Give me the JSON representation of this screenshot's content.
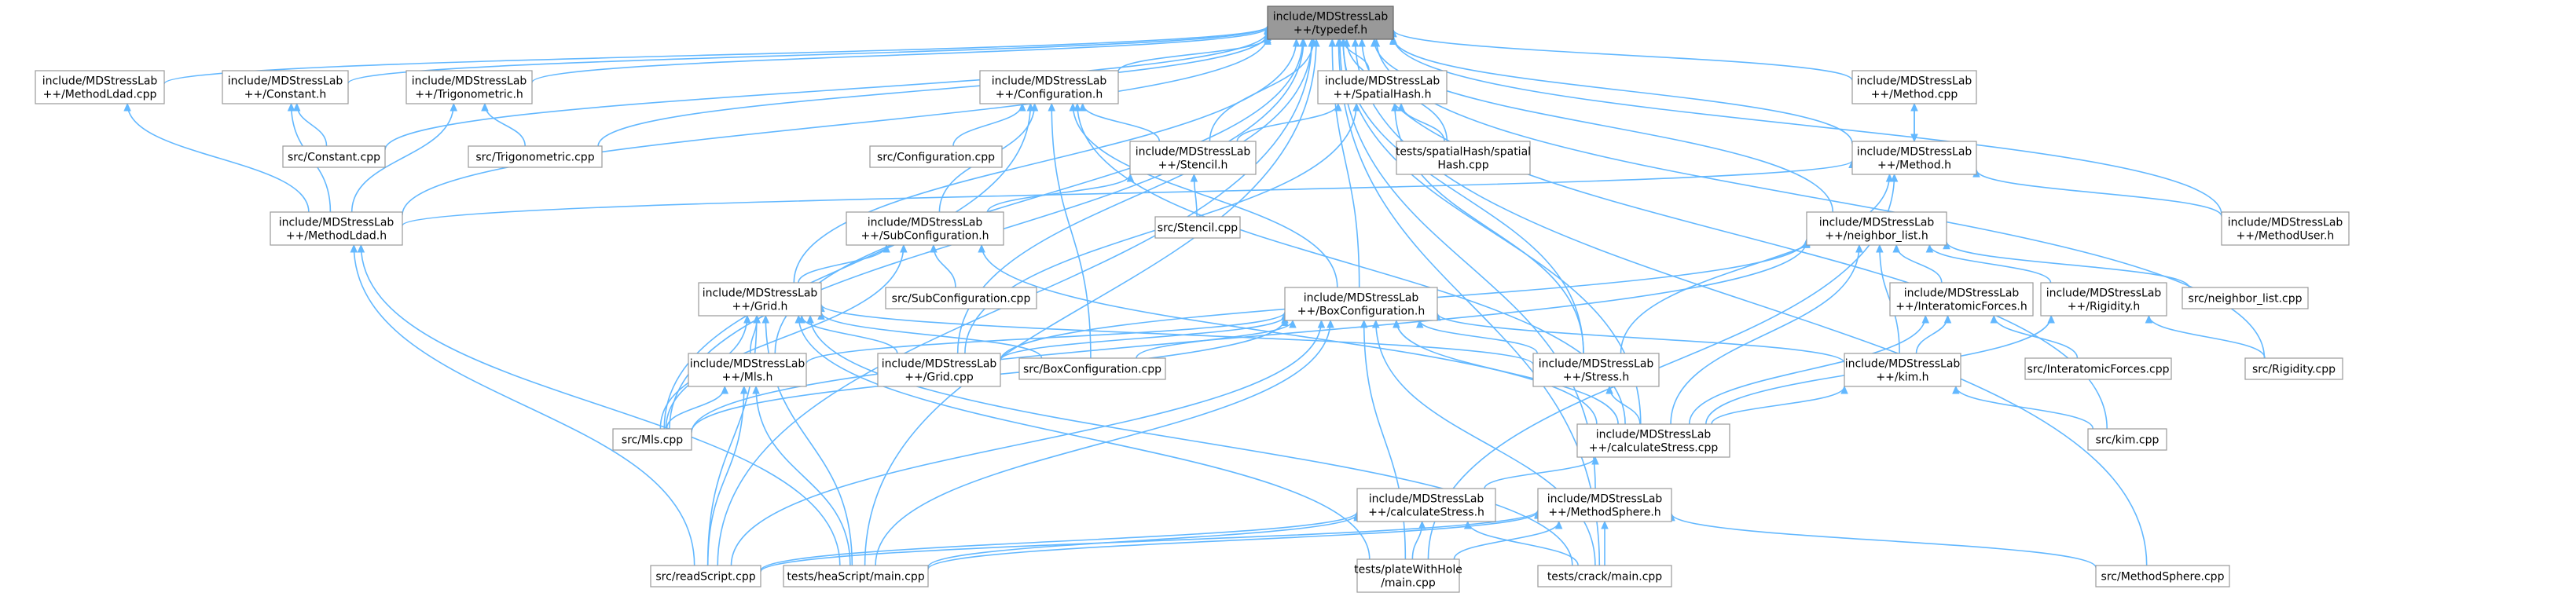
{
  "graph": {
    "nodes": [
      {
        "id": "typedef",
        "lines": [
          "include/MDStressLab",
          "++/typedef.h"
        ],
        "root": true
      },
      {
        "id": "methodLdad_cpp",
        "lines": [
          "include/MDStressLab",
          "++/MethodLdad.cpp"
        ]
      },
      {
        "id": "constant_h",
        "lines": [
          "include/MDStressLab",
          "++/Constant.h"
        ]
      },
      {
        "id": "trig_h",
        "lines": [
          "include/MDStressLab",
          "++/Trigonometric.h"
        ]
      },
      {
        "id": "config_h",
        "lines": [
          "include/MDStressLab",
          "++/Configuration.h"
        ]
      },
      {
        "id": "spatial_h",
        "lines": [
          "include/MDStressLab",
          "++/SpatialHash.h"
        ]
      },
      {
        "id": "method_cpp",
        "lines": [
          "include/MDStressLab",
          "++/Method.cpp"
        ]
      },
      {
        "id": "constant_cpp",
        "lines": [
          "src/Constant.cpp"
        ]
      },
      {
        "id": "trig_cpp",
        "lines": [
          "src/Trigonometric.cpp"
        ]
      },
      {
        "id": "config_cpp",
        "lines": [
          "src/Configuration.cpp"
        ]
      },
      {
        "id": "stencil_h",
        "lines": [
          "include/MDStressLab",
          "++/Stencil.h"
        ]
      },
      {
        "id": "spatial_cpp",
        "lines": [
          "tests/spatialHash/spatial",
          "Hash.cpp"
        ]
      },
      {
        "id": "method_h",
        "lines": [
          "include/MDStressLab",
          "++/Method.h"
        ]
      },
      {
        "id": "methodLdad_h",
        "lines": [
          "include/MDStressLab",
          "++/MethodLdad.h"
        ]
      },
      {
        "id": "stencil_cpp",
        "lines": [
          "src/Stencil.cpp"
        ]
      },
      {
        "id": "subconfig_h",
        "lines": [
          "include/MDStressLab",
          "++/SubConfiguration.h"
        ]
      },
      {
        "id": "neighbor_h",
        "lines": [
          "include/MDStressLab",
          "++/neighbor_list.h"
        ]
      },
      {
        "id": "methodUser_h",
        "lines": [
          "include/MDStressLab",
          "++/MethodUser.h"
        ]
      },
      {
        "id": "subconfig_cpp",
        "lines": [
          "src/SubConfiguration.cpp"
        ]
      },
      {
        "id": "grid_h",
        "lines": [
          "include/MDStressLab",
          "++/Grid.h"
        ]
      },
      {
        "id": "boxconfig_h",
        "lines": [
          "include/MDStressLab",
          "++/BoxConfiguration.h"
        ]
      },
      {
        "id": "interatomic_h",
        "lines": [
          "include/MDStressLab",
          "++/InteratomicForces.h"
        ]
      },
      {
        "id": "rigidity_h",
        "lines": [
          "include/MDStressLab",
          "++/Rigidity.h"
        ]
      },
      {
        "id": "neighbor_cpp",
        "lines": [
          "src/neighbor_list.cpp"
        ]
      },
      {
        "id": "mls_h",
        "lines": [
          "include/MDStressLab",
          "++/Mls.h"
        ]
      },
      {
        "id": "grid_cpp",
        "lines": [
          "include/MDStressLab",
          "++/Grid.cpp"
        ]
      },
      {
        "id": "boxconfig_cpp",
        "lines": [
          "src/BoxConfiguration.cpp"
        ]
      },
      {
        "id": "stress_h",
        "lines": [
          "include/MDStressLab",
          "++/Stress.h"
        ]
      },
      {
        "id": "kim_h",
        "lines": [
          "include/MDStressLab",
          "++/kim.h"
        ]
      },
      {
        "id": "interatomic_cpp",
        "lines": [
          "src/InteratomicForces.cpp"
        ]
      },
      {
        "id": "rigidity_cpp",
        "lines": [
          "src/Rigidity.cpp"
        ]
      },
      {
        "id": "mls_cpp",
        "lines": [
          "src/Mls.cpp"
        ]
      },
      {
        "id": "calcStress_cpp",
        "lines": [
          "include/MDStressLab",
          "++/calculateStress.cpp"
        ]
      },
      {
        "id": "kim_cpp",
        "lines": [
          "src/kim.cpp"
        ]
      },
      {
        "id": "calcStress_h",
        "lines": [
          "include/MDStressLab",
          "++/calculateStress.h"
        ]
      },
      {
        "id": "methodSphere_h",
        "lines": [
          "include/MDStressLab",
          "++/MethodSphere.h"
        ]
      },
      {
        "id": "readScript",
        "lines": [
          "src/readScript.cpp"
        ]
      },
      {
        "id": "heaScript",
        "lines": [
          "tests/heaScript/main.cpp"
        ]
      },
      {
        "id": "plateWithHole",
        "lines": [
          "tests/plateWithHole",
          "/main.cpp"
        ]
      },
      {
        "id": "crack",
        "lines": [
          "tests/crack/main.cpp"
        ]
      },
      {
        "id": "methodSphere_cpp",
        "lines": [
          "src/MethodSphere.cpp"
        ]
      }
    ],
    "edges": [
      [
        "typedef",
        "methodLdad_cpp"
      ],
      [
        "typedef",
        "constant_h"
      ],
      [
        "typedef",
        "trig_h"
      ],
      [
        "typedef",
        "config_h"
      ],
      [
        "typedef",
        "spatial_h"
      ],
      [
        "typedef",
        "method_cpp"
      ],
      [
        "typedef",
        "constant_cpp"
      ],
      [
        "typedef",
        "trig_cpp"
      ],
      [
        "typedef",
        "stencil_h"
      ],
      [
        "typedef",
        "spatial_cpp"
      ],
      [
        "typedef",
        "method_h"
      ],
      [
        "typedef",
        "methodLdad_h"
      ],
      [
        "typedef",
        "neighbor_h"
      ],
      [
        "typedef",
        "methodUser_h"
      ],
      [
        "typedef",
        "grid_h"
      ],
      [
        "typedef",
        "boxconfig_h"
      ],
      [
        "typedef",
        "mls_h"
      ],
      [
        "typedef",
        "grid_cpp"
      ],
      [
        "typedef",
        "stress_h"
      ],
      [
        "typedef",
        "rigidity_cpp"
      ],
      [
        "typedef",
        "mls_cpp"
      ],
      [
        "typedef",
        "calcStress_cpp"
      ],
      [
        "typedef",
        "kim_cpp"
      ],
      [
        "typedef",
        "methodSphere_h"
      ],
      [
        "typedef",
        "readScript"
      ],
      [
        "typedef",
        "heaScript"
      ],
      [
        "typedef",
        "crack"
      ],
      [
        "typedef",
        "methodSphere_cpp"
      ],
      [
        "methodLdad_cpp",
        "methodLdad_h"
      ],
      [
        "constant_h",
        "constant_cpp"
      ],
      [
        "constant_h",
        "methodLdad_h"
      ],
      [
        "trig_h",
        "trig_cpp"
      ],
      [
        "trig_h",
        "methodLdad_h"
      ],
      [
        "config_h",
        "config_cpp"
      ],
      [
        "config_h",
        "stencil_h"
      ],
      [
        "config_h",
        "subconfig_h"
      ],
      [
        "config_h",
        "boxconfig_h"
      ],
      [
        "config_h",
        "boxconfig_cpp"
      ],
      [
        "config_h",
        "calcStress_cpp"
      ],
      [
        "config_h",
        "mls_cpp"
      ],
      [
        "spatial_h",
        "stencil_h"
      ],
      [
        "spatial_h",
        "spatial_cpp"
      ],
      [
        "spatial_h",
        "grid_cpp"
      ],
      [
        "spatial_h",
        "stress_h"
      ],
      [
        "method_cpp",
        "method_h"
      ],
      [
        "method_h",
        "method_cpp"
      ],
      [
        "method_h",
        "methodLdad_h"
      ],
      [
        "method_h",
        "methodUser_h"
      ],
      [
        "method_h",
        "stress_h"
      ],
      [
        "method_h",
        "plateWithHole"
      ],
      [
        "stencil_h",
        "stencil_cpp"
      ],
      [
        "stencil_h",
        "subconfig_h"
      ],
      [
        "methodLdad_h",
        "readScript"
      ],
      [
        "methodLdad_h",
        "heaScript"
      ],
      [
        "subconfig_h",
        "subconfig_cpp"
      ],
      [
        "subconfig_h",
        "grid_h"
      ],
      [
        "subconfig_h",
        "mls_cpp"
      ],
      [
        "subconfig_h",
        "calcStress_cpp"
      ],
      [
        "neighbor_h",
        "interatomic_h"
      ],
      [
        "neighbor_h",
        "rigidity_h"
      ],
      [
        "neighbor_h",
        "neighbor_cpp"
      ],
      [
        "neighbor_h",
        "kim_h"
      ],
      [
        "neighbor_h",
        "grid_cpp"
      ],
      [
        "neighbor_h",
        "mls_cpp"
      ],
      [
        "neighbor_h",
        "calcStress_cpp"
      ],
      [
        "grid_h",
        "mls_h"
      ],
      [
        "grid_h",
        "grid_cpp"
      ],
      [
        "grid_h",
        "boxconfig_cpp"
      ],
      [
        "grid_h",
        "stress_h"
      ],
      [
        "grid_h",
        "mls_cpp"
      ],
      [
        "grid_h",
        "readScript"
      ],
      [
        "grid_h",
        "heaScript"
      ],
      [
        "grid_h",
        "plateWithHole"
      ],
      [
        "grid_h",
        "crack"
      ],
      [
        "boxconfig_h",
        "grid_cpp"
      ],
      [
        "boxconfig_h",
        "boxconfig_cpp"
      ],
      [
        "boxconfig_h",
        "mls_h"
      ],
      [
        "boxconfig_h",
        "stress_h"
      ],
      [
        "boxconfig_h",
        "kim_h"
      ],
      [
        "boxconfig_h",
        "mls_cpp"
      ],
      [
        "boxconfig_h",
        "calcStress_cpp"
      ],
      [
        "boxconfig_h",
        "readScript"
      ],
      [
        "boxconfig_h",
        "heaScript"
      ],
      [
        "boxconfig_h",
        "plateWithHole"
      ],
      [
        "boxconfig_h",
        "crack"
      ],
      [
        "interatomic_h",
        "interatomic_cpp"
      ],
      [
        "interatomic_h",
        "kim_h"
      ],
      [
        "interatomic_h",
        "calcStress_cpp"
      ],
      [
        "rigidity_h",
        "rigidity_cpp"
      ],
      [
        "rigidity_h",
        "calcStress_cpp"
      ],
      [
        "mls_h",
        "mls_cpp"
      ],
      [
        "mls_h",
        "readScript"
      ],
      [
        "mls_h",
        "heaScript"
      ],
      [
        "stress_h",
        "calcStress_cpp"
      ],
      [
        "kim_h",
        "kim_cpp"
      ],
      [
        "kim_h",
        "calcStress_cpp"
      ],
      [
        "calcStress_cpp",
        "calcStress_h"
      ],
      [
        "calcStress_h",
        "readScript"
      ],
      [
        "calcStress_h",
        "heaScript"
      ],
      [
        "calcStress_h",
        "plateWithHole"
      ],
      [
        "calcStress_h",
        "crack"
      ],
      [
        "methodSphere_h",
        "methodSphere_cpp"
      ],
      [
        "methodSphere_h",
        "heaScript"
      ],
      [
        "methodSphere_h",
        "plateWithHole"
      ],
      [
        "methodSphere_h",
        "crack"
      ],
      [
        "methodSphere_h",
        "readScript"
      ]
    ]
  }
}
